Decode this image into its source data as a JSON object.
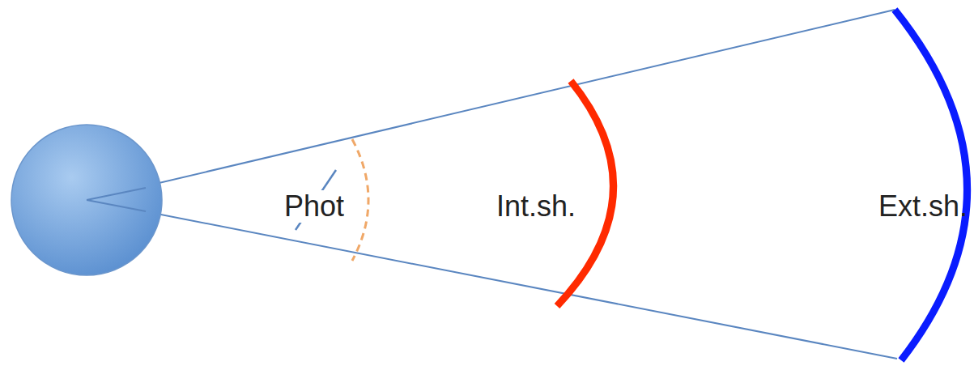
{
  "diagram": {
    "labels": [
      "Phot",
      "Int.sh.",
      "Ext.sh."
    ]
  }
}
